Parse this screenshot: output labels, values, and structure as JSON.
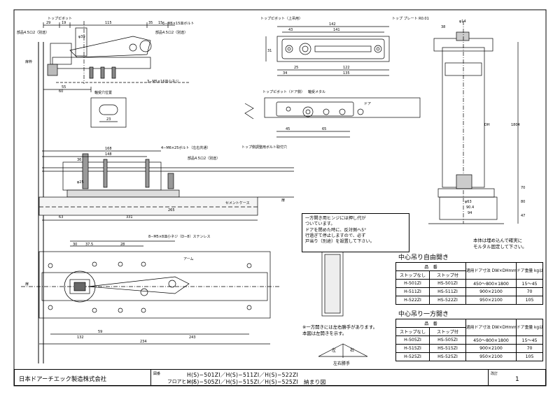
{
  "drawing": {
    "labels": {
      "top_pivot": "トップピボット",
      "top_pivot_upper": "トップピボット（上吊用）",
      "top_pivot_door": "トップピボット（ドア側）",
      "top_plate": "トップ プレート R0.01",
      "frame": "扉枠",
      "door_left": "扉",
      "door_right": "扉",
      "door_side": "ドア",
      "cement_case": "セメントケース",
      "arm": "アーム",
      "pivot_hole": "軸受穴位置",
      "bolt1": "6−M6×15皿ボルト",
      "bolt2": "3−M5×16皿小ネジ",
      "bolt3": "4−M6×25ボルト（左右共通）",
      "bolt4": "8−M5×8皿小ネジ（D−8）ステンレス",
      "plate_note1": "部品4.5ロ2（別途）",
      "plate_note2": "部品4.5ロ2（別途）",
      "plate_note3": "部品4.5ロ2（別途）",
      "adjust": "トップ側調整用ボルト取付穴",
      "pivot_bolt": "軸受メタル"
    },
    "dims": {
      "d29": "29",
      "d19": "19",
      "d115": "115",
      "d35": "35",
      "d15": "15",
      "d55": "55",
      "d60": "60",
      "d39": "φ39",
      "d23": "23",
      "d142": "142",
      "d141": "141",
      "d43": "43",
      "d31": "31",
      "d25": "25",
      "d122": "122",
      "d34": "34",
      "d135": "135",
      "d45": "45",
      "d65": "65",
      "d168": "168",
      "d148": "148",
      "d36": "36",
      "d63": "63",
      "d331": "331",
      "d265": "265",
      "d37_5": "37.5",
      "d28": "28",
      "d30": "30",
      "d59": "59",
      "d132": "132",
      "d243": "243",
      "d234": "234",
      "phi14": "φ14",
      "phi25": "φ25",
      "phi63": "φ63",
      "d70": "70",
      "d80": "80",
      "d1804": "1804",
      "d47": "47",
      "d90_4": "90.4",
      "d94": "94",
      "d38": "38",
      "dmm": "DH"
    },
    "note": {
      "lines": [
        "一方開き用ヒンジには押し代が",
        "ついています。",
        "ドアを閉めた時に、反対側へ5°",
        "行過ぎて停止しますので、必ず",
        "戸当り（別途）を設置して下さい。"
      ]
    },
    "hint": {
      "lines": [
        "本体は埋め込んで確実に",
        "モルタル固定して下さい。"
      ]
    },
    "foot_note": {
      "lines": [
        "※一方開きには左右勝手があります。",
        "本図は左開きを示す。"
      ]
    },
    "swing_label": "左右勝手",
    "swing_marks": [
      "左",
      "右"
    ]
  },
  "spec_free": {
    "title": "中心吊り自由開き",
    "headers": {
      "item": "品　番",
      "no_stop": "ストップなし",
      "stop": "ストップ付",
      "size": "適用ドア寸法 DW×DHmm",
      "weight": "ドア重量 kg以下"
    },
    "rows": [
      {
        "no_stop": "H-501ZI",
        "stop": "HS-501ZI",
        "size": "450〜800×1800",
        "weight": "15〜45"
      },
      {
        "no_stop": "H-511ZI",
        "stop": "HS-511ZI",
        "size": "900×2100",
        "weight": "70"
      },
      {
        "no_stop": "H-522ZI",
        "stop": "HS-522ZI",
        "size": "950×2100",
        "weight": "105"
      }
    ]
  },
  "spec_one": {
    "title": "中心吊り一方開き",
    "headers": {
      "item": "品　番",
      "no_stop": "ストップなし",
      "stop": "ストップ付",
      "size": "適用ドア寸法 DW×DHmm",
      "weight": "ドア重量 kg以下"
    },
    "rows": [
      {
        "no_stop": "H-505ZI",
        "stop": "HS-505ZI",
        "size": "450〜800×1800",
        "weight": "15〜45"
      },
      {
        "no_stop": "H-515ZI",
        "stop": "HS-515ZI",
        "size": "900×2100",
        "weight": "70"
      },
      {
        "no_stop": "H-525ZI",
        "stop": "HS-525ZI",
        "size": "950×2100",
        "weight": "105"
      }
    ]
  },
  "title_block": {
    "company": "日本ドアーチエック製造株式会社",
    "label_name": "図番",
    "label_page": "改訂",
    "product": "フロアヒンジ",
    "models_line1": "H(S)−501ZI／H(S)−511ZI／H(S)−522ZI",
    "models_line2": "H(S)−505ZI／H(S)−515ZI／H(S)−525ZI　納まり図",
    "page": "1"
  }
}
